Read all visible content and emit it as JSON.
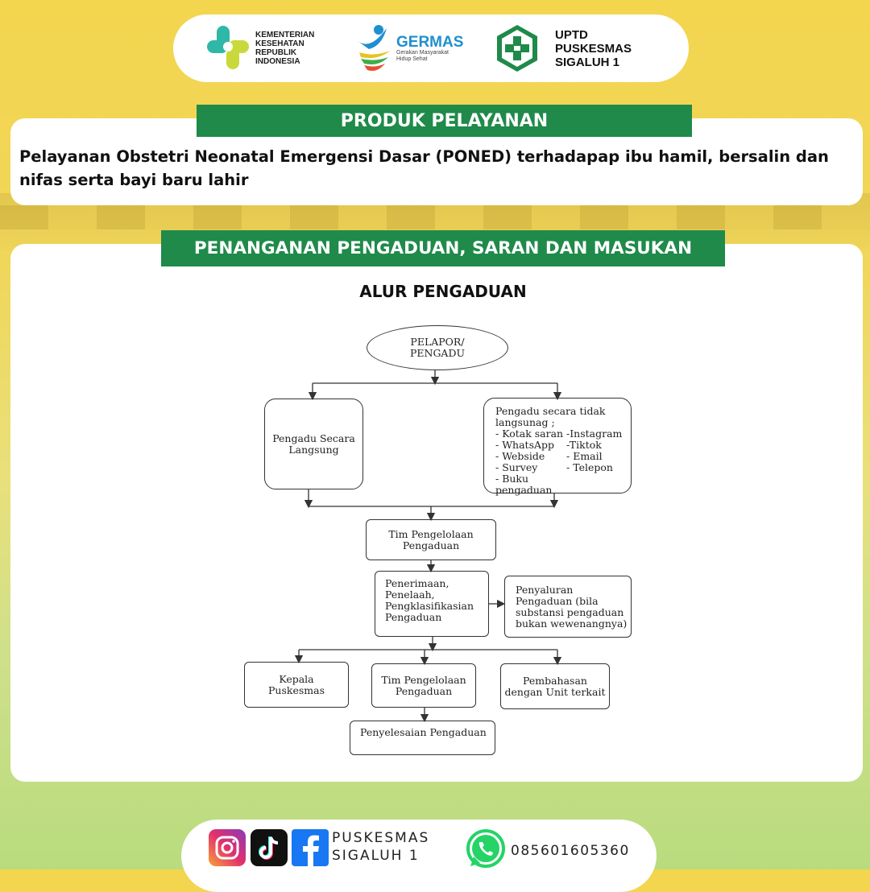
{
  "header": {
    "kemenkes_text": "KEMENTERIAN\nKESEHATAN\nREPUBLIK\nINDONESIA",
    "germas_title": "GERMAS",
    "germas_sub": "Gerakan Masyarakat\nHidup Sehat",
    "puskesmas_text": "UPTD\nPUSKESMAS\nSIGALUH 1"
  },
  "produk": {
    "banner": "PRODUK PELAYANAN",
    "text": "Pelayanan Obstetri Neonatal Emergensi Dasar (PONED) terhadapap ibu hamil, bersalin dan nifas serta bayi baru lahir"
  },
  "pengaduan": {
    "banner": "PENANGANAN PENGADUAN, SARAN DAN MASUKAN",
    "title": "ALUR PENGADUAN"
  },
  "flowchart": {
    "pelapor": "PELAPOR/\nPENGADU",
    "langsung": "Pengadu Secara\nLangsung",
    "tidak_langsung_head": "Pengadu secara tidak\nlangsunag ;",
    "tidak_langsung_left": "- Kotak saran\n- WhatsApp\n- Webside\n- Survey\n- Buku pengaduan",
    "tidak_langsung_right": "-Instagram\n-Tiktok\n- Email\n- Telepon",
    "tim1": "Tim Pengelolaan\nPengaduan",
    "penerimaan": "Penerimaan,\nPenelaah,\nPengklasifikasian\nPengaduan",
    "penyaluran": "Penyaluran\nPengaduan (bila\nsubstansi pengaduan\nbukan wewenangnya)",
    "kepala": "Kepala\nPuskesmas",
    "tim2": "Tim Pengelolaan\nPengaduan",
    "pembahasan": "Pembahasan\ndengan Unit terkait",
    "penyelesaian": "Penyelesaian Pengaduan"
  },
  "footer": {
    "social_name": "PUSKESMAS\nSIGALUH 1",
    "phone": "085601605360",
    "icons": [
      "instagram-icon",
      "tiktok-icon",
      "facebook-icon",
      "whatsapp-icon"
    ]
  },
  "colors": {
    "green": "#1f8a4a",
    "yellow_bg": "#f3d54e",
    "lime_bg": "#b9db7e"
  }
}
